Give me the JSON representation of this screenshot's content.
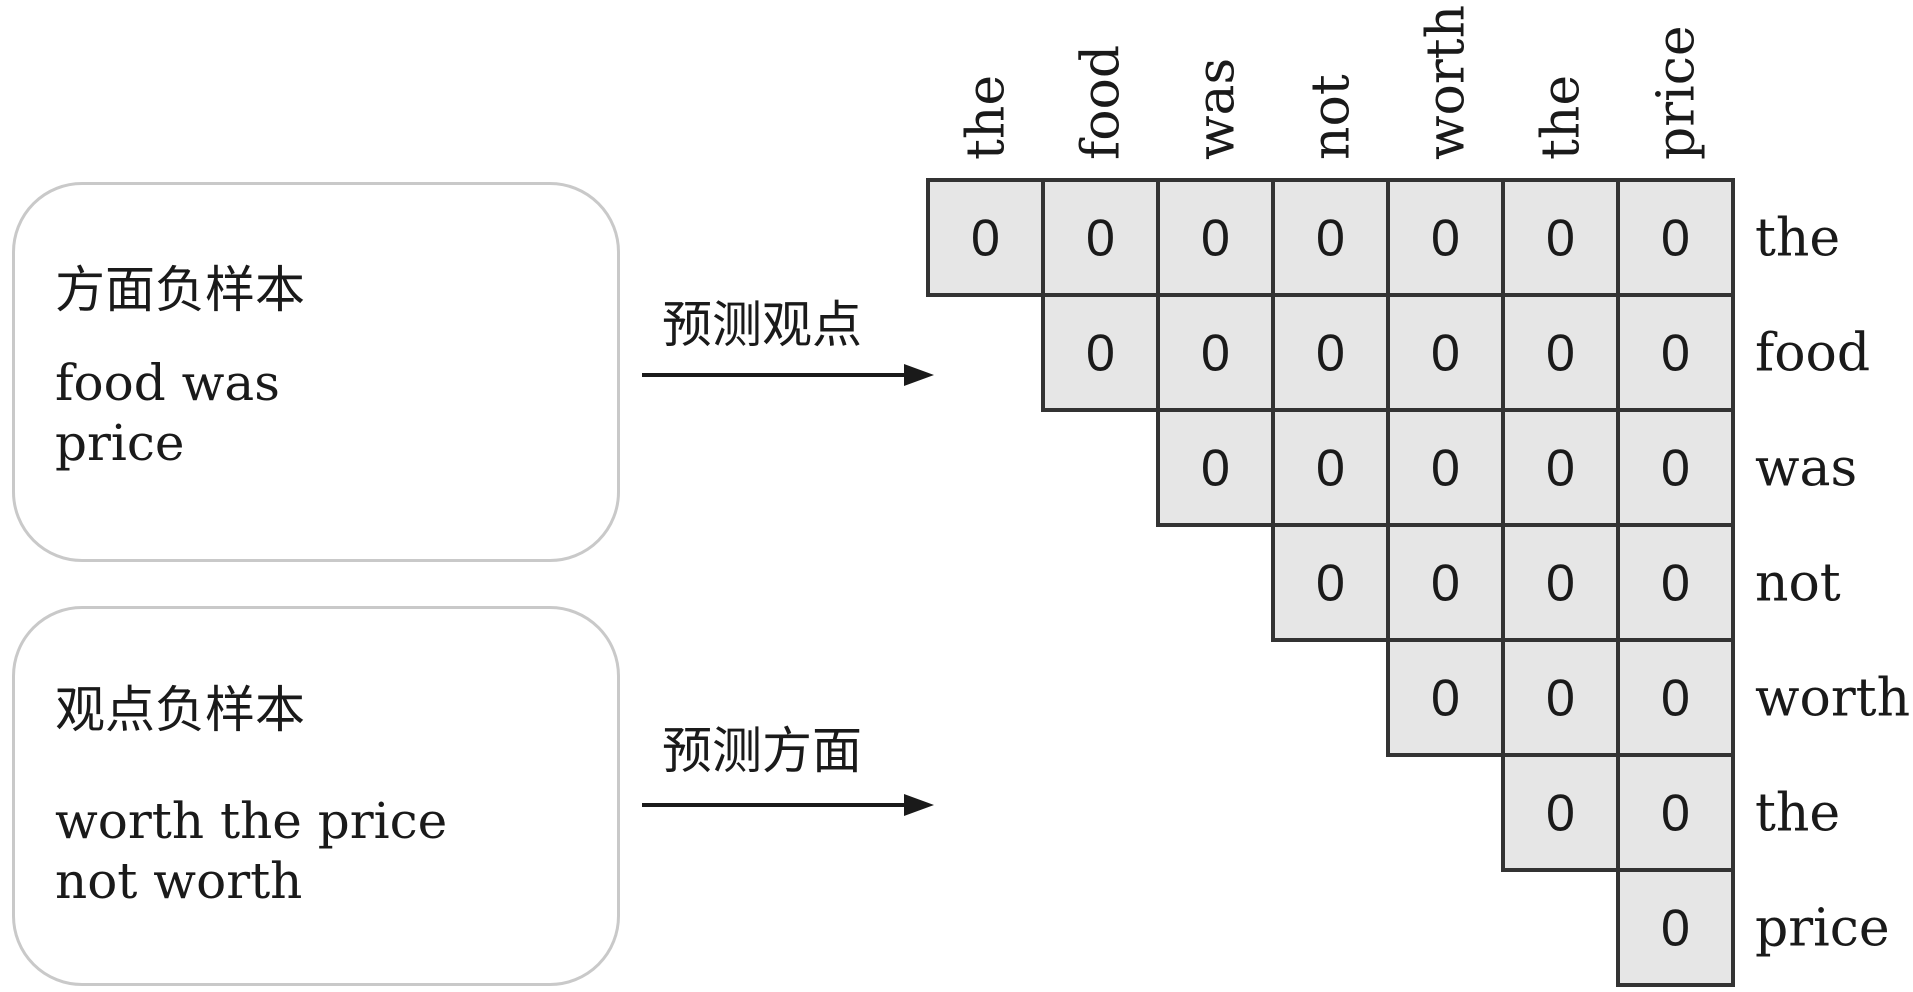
{
  "left_panels": [
    {
      "title": "方面负样本",
      "lines": [
        "food was",
        "price"
      ],
      "arrow_label": "预测观点"
    },
    {
      "title": "观点负样本",
      "lines": [
        "worth the price",
        "not worth"
      ],
      "arrow_label": "预测方面"
    }
  ],
  "matrix": {
    "column_labels": [
      "the",
      "food",
      "was",
      "not",
      "worth",
      "the",
      "price"
    ],
    "row_labels": [
      "the",
      "food",
      "was",
      "not",
      "worth",
      "the",
      "price"
    ],
    "cell_value": "0",
    "shape": "upper-triangular",
    "colors": {
      "cell_fill": "#e6e6e6",
      "cell_border": "#333333"
    }
  }
}
